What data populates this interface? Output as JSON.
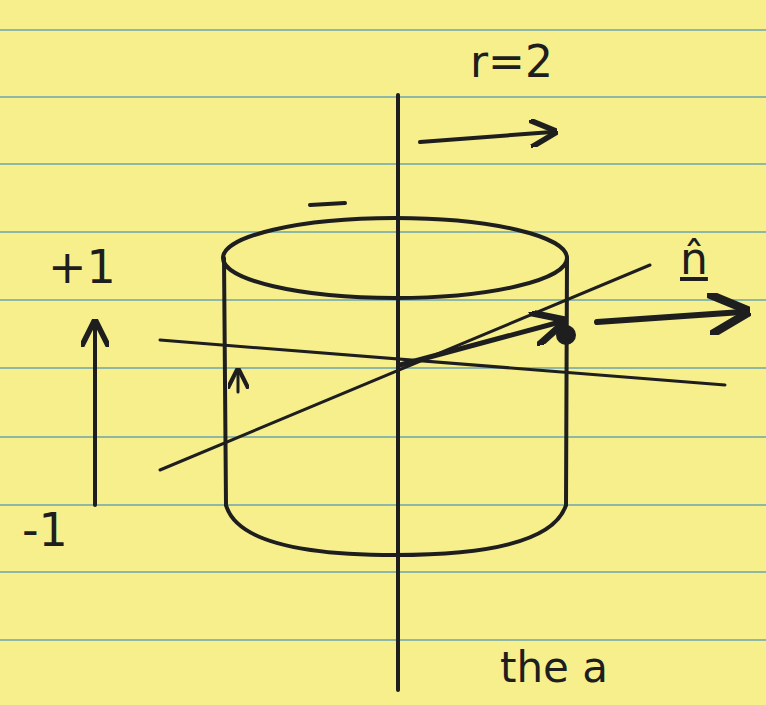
{
  "diagram": {
    "labels": [
      "r=2",
      "+1",
      "-1",
      "n̂",
      "the a"
    ]
  }
}
